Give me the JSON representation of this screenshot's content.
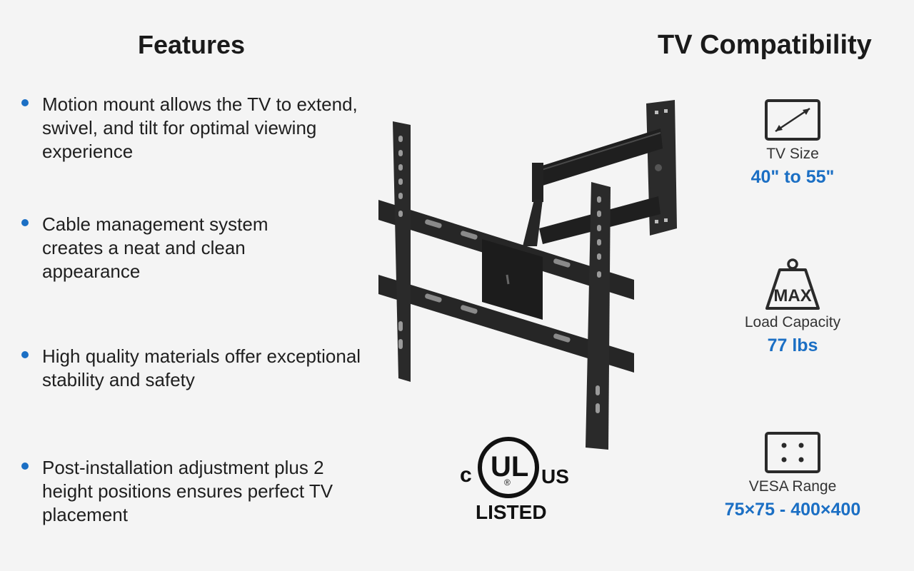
{
  "features": {
    "title": "Features",
    "items": [
      {
        "text": "Motion mount allows the TV to extend, swivel, and tilt for optimal viewing experience"
      },
      {
        "text": "Cable management system creates a neat and clean appearance"
      },
      {
        "text": "High quality materials offer exceptional stability and safety"
      },
      {
        "text": "Post-installation adjustment plus 2 height positions ensures perfect TV placement"
      }
    ]
  },
  "certification": {
    "left": "c",
    "mark": "UL",
    "right": "US",
    "registered": "®",
    "listed": "LISTED"
  },
  "compatibility": {
    "title": "TV Compatibility",
    "specs": [
      {
        "icon": "tv-size-icon",
        "label": "TV Size",
        "value": "40\" to 55\""
      },
      {
        "icon": "weight-max-icon",
        "icon_text": "MAX",
        "label": "Load Capacity",
        "value": "77 lbs"
      },
      {
        "icon": "vesa-pattern-icon",
        "label": "VESA Range",
        "value": "75×75 - 400×400"
      }
    ]
  },
  "colors": {
    "accent": "#1b6fc4",
    "text": "#1a1a1a",
    "background": "#f4f4f4"
  }
}
